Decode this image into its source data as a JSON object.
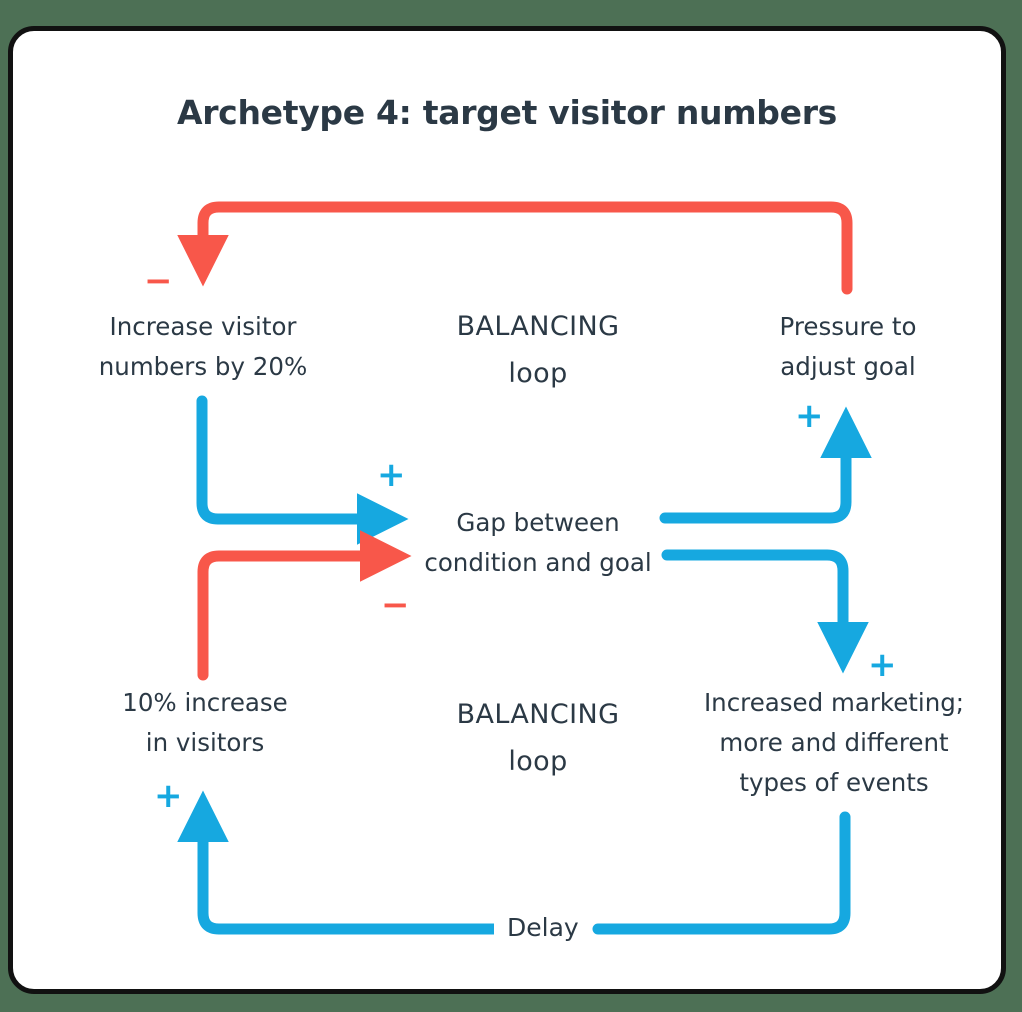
{
  "title": "Archetype 4: target visitor numbers",
  "nodes": {
    "increase_visitors": "Increase visitor\nnumbers by 20%",
    "pressure_adjust": "Pressure to\nadjust goal",
    "gap": "Gap between\ncondition and goal",
    "ten_percent": "10% increase\nin visitors",
    "increased_marketing": "Increased marketing;\nmore and different\ntypes of events"
  },
  "loops": {
    "top": "BALANCING\nloop",
    "bottom": "BALANCING\nloop"
  },
  "labels": {
    "delay": "Delay"
  },
  "signs": {
    "minus_top": "−",
    "plus_gap": "+",
    "minus_gap": "−",
    "plus_pressure": "+",
    "plus_marketing": "+",
    "plus_visitors": "+"
  },
  "colors": {
    "reinforcing_red": "#f8574a",
    "balancing_blue": "#16a8e0",
    "text": "#2b3945",
    "card_background": "#ffffff",
    "page_background": "#4d7055",
    "border": "#111111"
  },
  "chart_data": {
    "type": "diagram",
    "title": "Archetype 4: target visitor numbers",
    "nodes": [
      {
        "id": "increase_visitors",
        "label": "Increase visitor numbers by 20%"
      },
      {
        "id": "pressure_adjust",
        "label": "Pressure to adjust goal"
      },
      {
        "id": "gap",
        "label": "Gap between condition and goal"
      },
      {
        "id": "ten_percent",
        "label": "10% increase in visitors"
      },
      {
        "id": "increased_marketing",
        "label": "Increased marketing; more and different types of events"
      }
    ],
    "edges": [
      {
        "from": "pressure_adjust",
        "to": "increase_visitors",
        "sign": "−",
        "color": "#f8574a"
      },
      {
        "from": "increase_visitors",
        "to": "gap",
        "sign": "+",
        "color": "#16a8e0"
      },
      {
        "from": "gap",
        "to": "pressure_adjust",
        "sign": "+",
        "color": "#16a8e0"
      },
      {
        "from": "gap",
        "to": "increased_marketing",
        "sign": "+",
        "color": "#16a8e0"
      },
      {
        "from": "increased_marketing",
        "to": "ten_percent",
        "sign": "+",
        "color": "#16a8e0",
        "label": "Delay"
      },
      {
        "from": "ten_percent",
        "to": "gap",
        "sign": "−",
        "color": "#f8574a"
      }
    ],
    "loop_labels": [
      "BALANCING loop",
      "BALANCING loop"
    ]
  }
}
